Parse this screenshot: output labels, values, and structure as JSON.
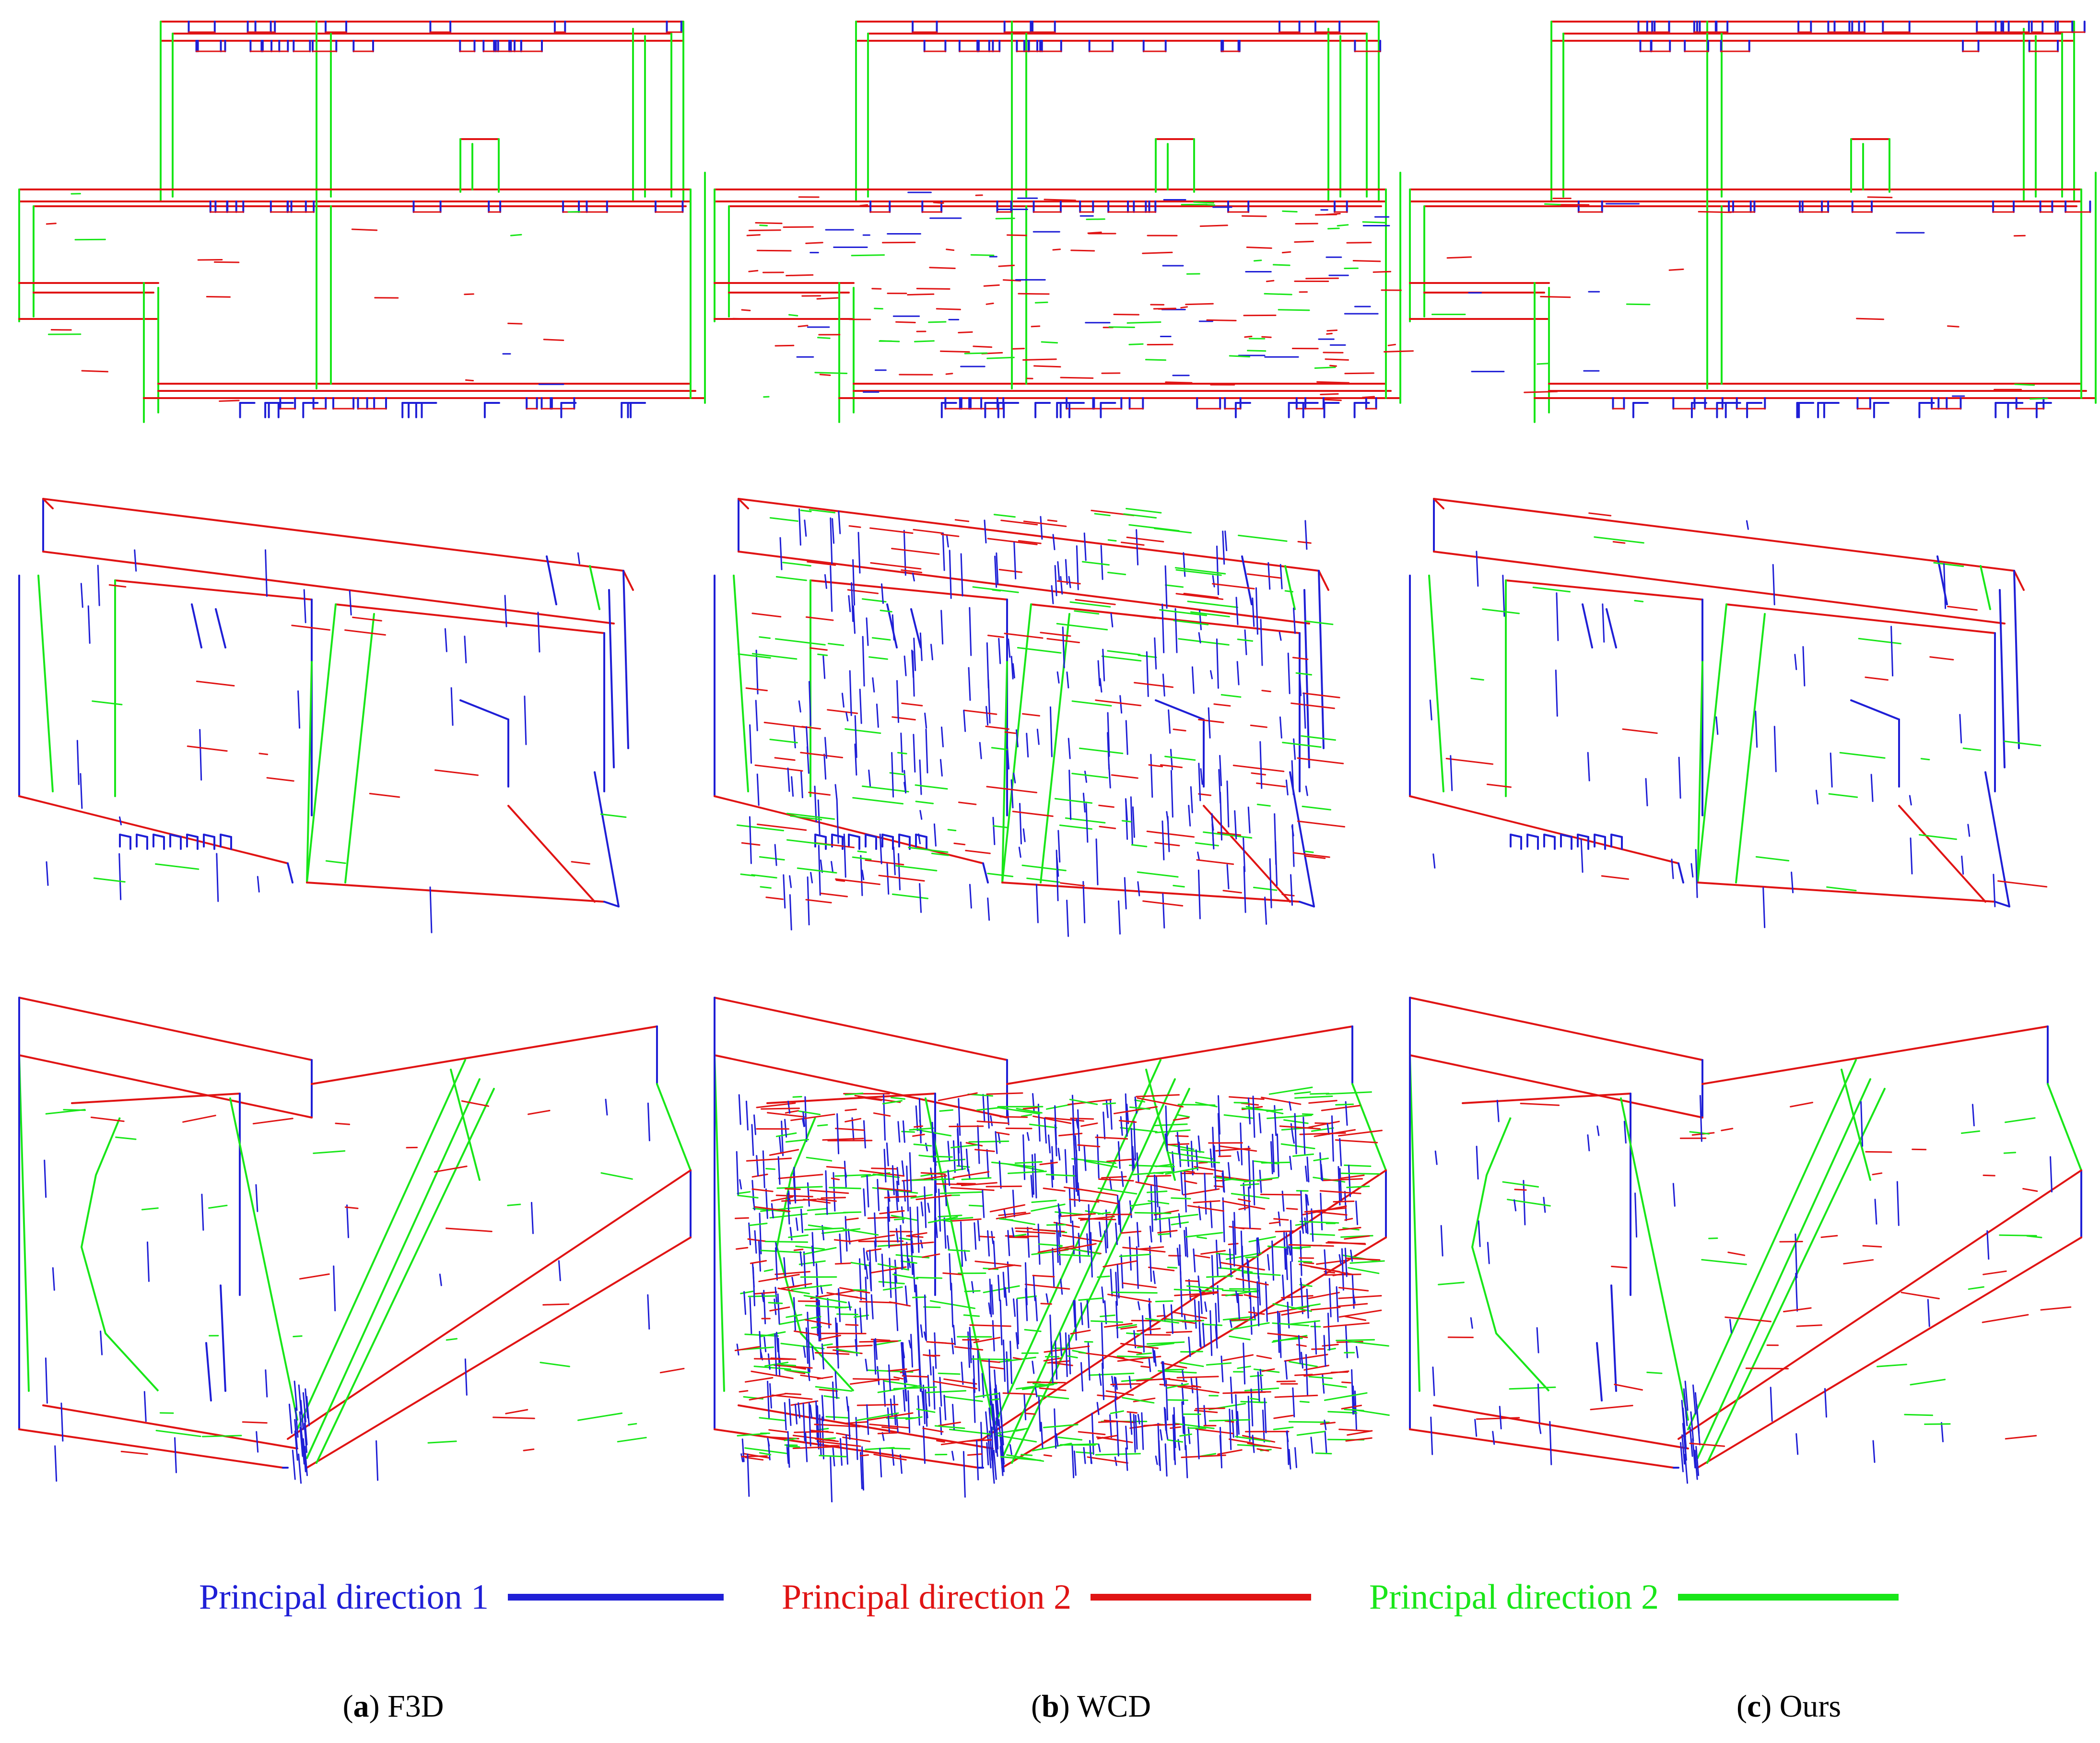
{
  "colors": {
    "dir1": "#1f1fd6",
    "dir2": "#e01414",
    "dir3": "#19e619",
    "background": "#ffffff"
  },
  "legend": [
    {
      "label": "Principal direction 1",
      "color": "#1f1fd6"
    },
    {
      "label": "Principal direction 2",
      "color": "#e01414"
    },
    {
      "label": "Principal direction 2",
      "color": "#19e619"
    }
  ],
  "captions": [
    {
      "letter": "a",
      "method": "F3D"
    },
    {
      "letter": "b",
      "method": "WCD"
    },
    {
      "letter": "c",
      "method": "Ours"
    }
  ]
}
